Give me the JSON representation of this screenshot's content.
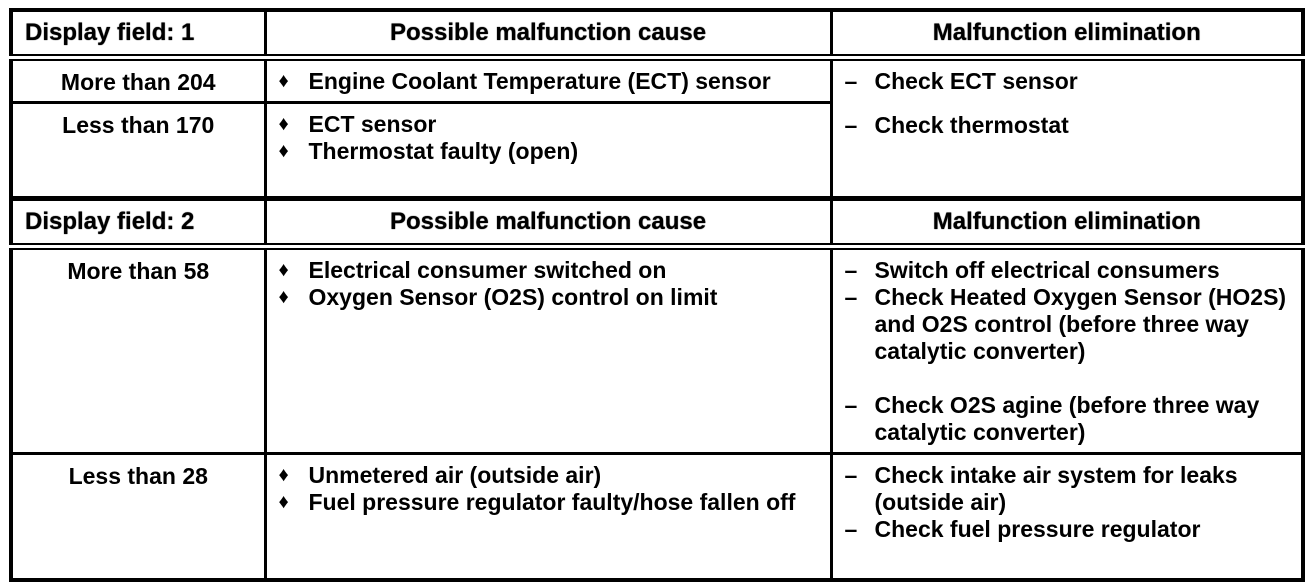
{
  "table": {
    "bullet": "♦",
    "dash": "–",
    "sections": [
      {
        "field_label": "Display field: 1",
        "cause_header": "Possible malfunction cause",
        "elimination_header": "Malfunction elimination",
        "rows": [
          {
            "display_value": "More than 204",
            "causes": [
              "Engine Coolant Temperature (ECT) sensor"
            ]
          },
          {
            "display_value": "Less than 170",
            "causes": [
              "ECT sensor",
              "Thermostat faulty (open)"
            ]
          }
        ],
        "eliminations": [
          "Check ECT sensor",
          "Check thermostat"
        ]
      },
      {
        "field_label": "Display field: 2",
        "cause_header": "Possible malfunction cause",
        "elimination_header": "Malfunction elimination",
        "rows": [
          {
            "display_value": "More than 58",
            "causes": [
              "Electrical consumer switched on",
              "Oxygen Sensor (O2S) control on limit"
            ],
            "eliminations": [
              "Switch off electrical consumers",
              "Check Heated Oxygen Sensor (HO2S) and O2S control (before three way catalytic converter)",
              "Check O2S agine (before three way catalytic converter)"
            ]
          },
          {
            "display_value": "Less than 28",
            "causes": [
              "Unmetered air (outside air)",
              "Fuel pressure regulator faulty/hose fallen off"
            ],
            "eliminations": [
              "Check intake air system for leaks (outside air)",
              "Check fuel pressure regulator"
            ]
          }
        ]
      }
    ]
  }
}
